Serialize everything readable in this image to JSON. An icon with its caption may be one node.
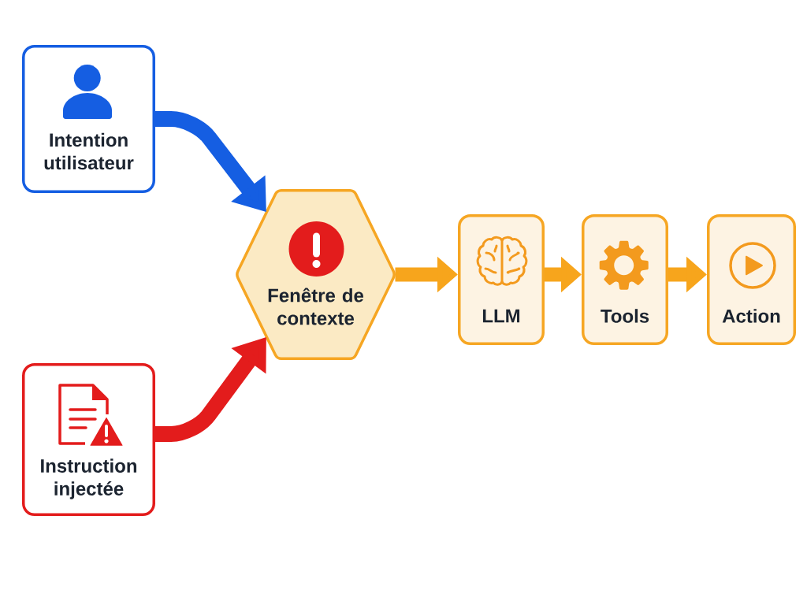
{
  "diagram": {
    "nodes": [
      {
        "text": [
          "Intention utilisateur"
        ]
      },
      {
        "text": [
          "Instruction injectée"
        ]
      },
      {
        "text": [
          "Fenêtre de contexte"
        ]
      },
      {
        "text": [
          "LLM"
        ]
      },
      {
        "text": [
          "Tools"
        ]
      },
      {
        "text": [
          "Action"
        ]
      }
    ],
    "edges": [
      {
        "from": 0,
        "to": 2,
        "arrow": "to",
        "color": "#155ee2"
      },
      {
        "from": 1,
        "to": 2,
        "arrow": "to",
        "color": "#e31c1c"
      },
      {
        "from": 2,
        "to": 3,
        "arrow": "to"
      },
      {
        "from": 3,
        "to": 4,
        "arrow": "to"
      },
      {
        "from": 4,
        "to": 5,
        "arrow": "to"
      }
    ]
  }
}
